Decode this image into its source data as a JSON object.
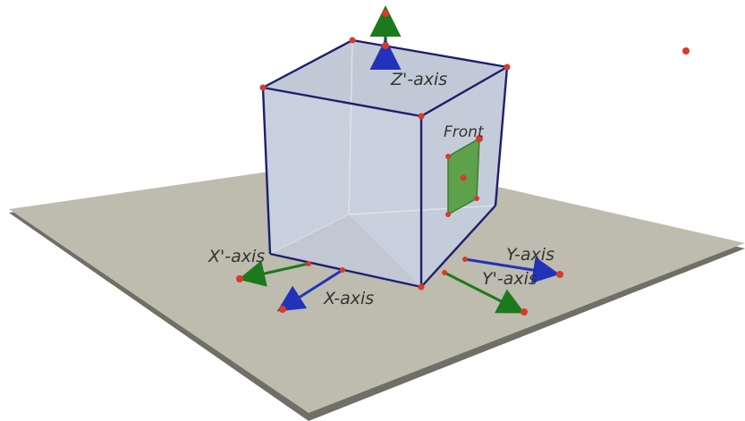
{
  "labels": {
    "z_axis": "Z'-axis",
    "front": "Front",
    "x_prime_axis": "X'-axis",
    "x_axis": "X-axis",
    "y_axis": "Y-axis",
    "y_prime_axis": "Y'-axis"
  },
  "colors": {
    "plane": "#bdbcae",
    "cube_face": "#c9d0dd",
    "cube_top": "#c2c9d6",
    "cube_edge": "#1e1e6e",
    "point": "#d93a2b",
    "front_square": "#5da24a",
    "axis_blue": "#2233bb",
    "axis_green": "#1c7a1c"
  },
  "icons": {
    "arrow_up": "arrow-up-icon",
    "point": "point-icon"
  }
}
